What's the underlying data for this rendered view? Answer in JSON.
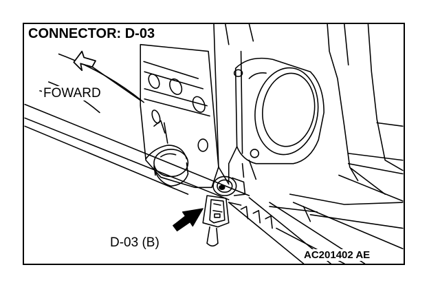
{
  "diagram": {
    "title": "CONNECTOR: D-03",
    "direction_label": "FOWARD",
    "connector_label": "D-03 (B)",
    "figure_code": "AC201402 AE"
  },
  "icons": {
    "direction_arrow": "hollow-arrow-icon",
    "callout_arrow": "solid-arrow-icon"
  }
}
